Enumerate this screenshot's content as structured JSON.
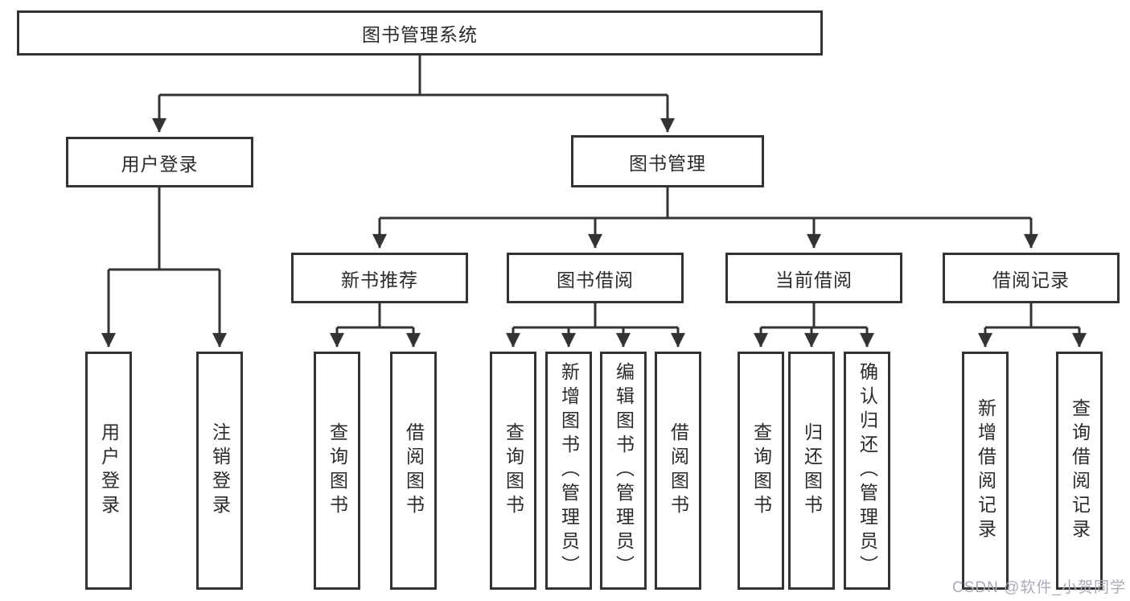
{
  "diagram": {
    "title": "图书管理系统",
    "user_login": {
      "label": "用户登录",
      "children": [
        "用户登录",
        "注销登录"
      ]
    },
    "book_mgmt": {
      "label": "图书管理",
      "groups": [
        {
          "label": "新书推荐",
          "children": [
            "查询图书",
            "借阅图书"
          ]
        },
        {
          "label": "图书借阅",
          "children": [
            "查询图书",
            "新增图书（管理员）",
            "编辑图书（管理员）",
            "借阅图书"
          ]
        },
        {
          "label": "当前借阅",
          "children": [
            "查询图书",
            "归还图书",
            "确认归还（管理员）"
          ]
        },
        {
          "label": "借阅记录",
          "children": [
            "新增借阅记录",
            "查询借阅记录"
          ]
        }
      ]
    }
  },
  "watermark": "CSDN @软件_小贺同学",
  "colors": {
    "line": "#333333",
    "text": "#2b2b2b",
    "watermark": "#a9abbb",
    "background": "#ffffff"
  }
}
